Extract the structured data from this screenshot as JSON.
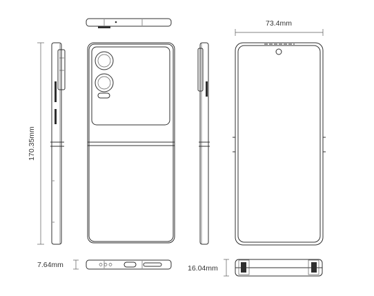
{
  "dimensions": {
    "width": "73.4mm",
    "height": "170.35mm",
    "thickness_unfolded": "7.64mm",
    "thickness_folded": "16.04mm"
  },
  "colors": {
    "background": "#ffffff",
    "line": "#2f2f2f"
  }
}
